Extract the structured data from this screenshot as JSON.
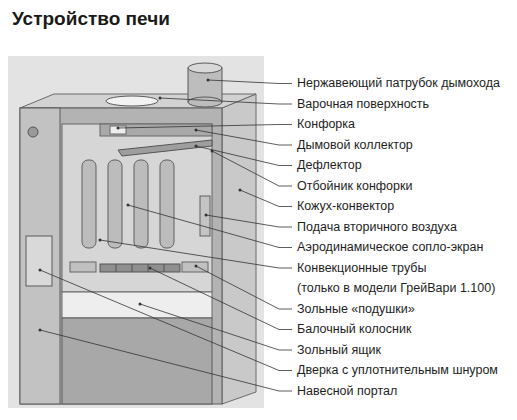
{
  "diagram": {
    "title": "Устройство печи",
    "labels": [
      "Нержавеющий патрубок дымохода",
      "Варочная поверхность",
      "Конфорка",
      "Дымовой коллектор",
      "Дефлектор",
      "Отбойник конфорки",
      "Кожух-конвектор",
      "Подача вторичного воздуха",
      "Аэродинамическое сопло-экран",
      "Конвекционные трубы",
      "(только в модели ГрейВари 1.100)",
      "Зольные «подушки»",
      "Балочный колосник",
      "Зольный ящик",
      "Дверка с уплотнительным шнуром",
      "Навесной портал"
    ]
  }
}
